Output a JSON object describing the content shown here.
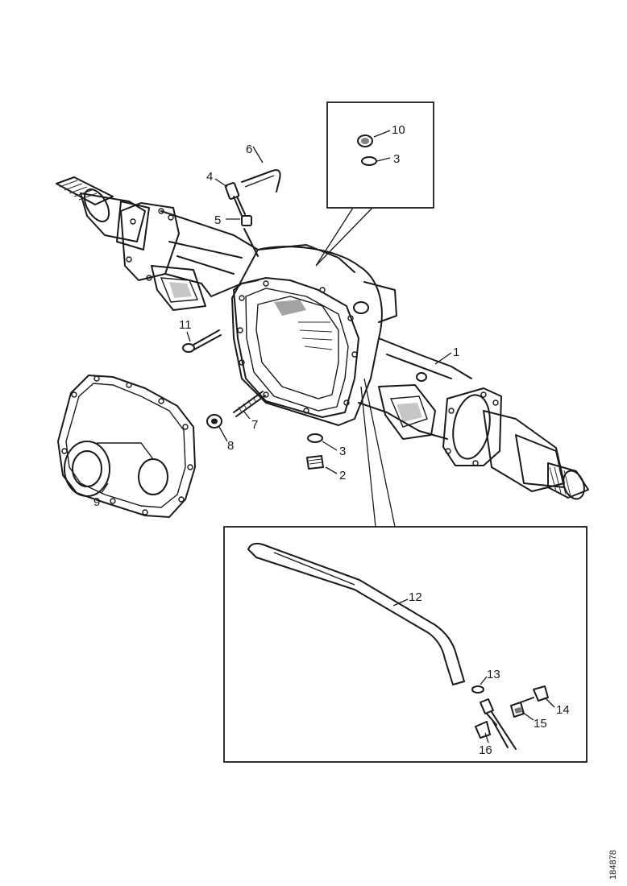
{
  "callouts": {
    "c1": "1",
    "c2": "2",
    "c3a": "3",
    "c3b": "3",
    "c4": "4",
    "c5": "5",
    "c6": "6",
    "c7": "7",
    "c8": "8",
    "c9": "9",
    "c10": "10",
    "c11": "11",
    "c12": "12",
    "c13": "13",
    "c14": "14",
    "c15": "15",
    "c16": "16"
  },
  "drawing_code": "184878"
}
